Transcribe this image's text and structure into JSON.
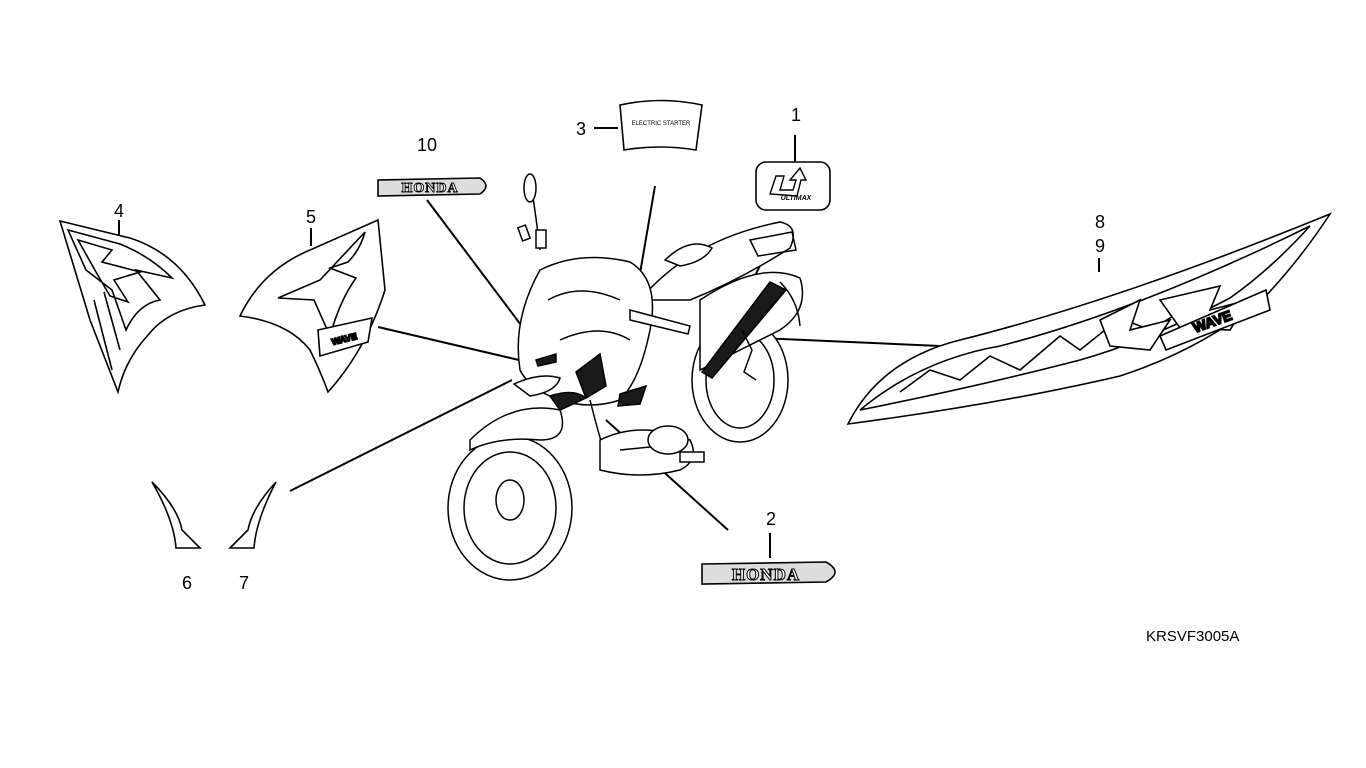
{
  "diagram_code": "KRSVF3005A",
  "callouts": [
    {
      "id": "1",
      "label": "1"
    },
    {
      "id": "2",
      "label": "2"
    },
    {
      "id": "3",
      "label": "3"
    },
    {
      "id": "4",
      "label": "4"
    },
    {
      "id": "5",
      "label": "5"
    },
    {
      "id": "6",
      "label": "6"
    },
    {
      "id": "7",
      "label": "7"
    },
    {
      "id": "8",
      "label": "8"
    },
    {
      "id": "9",
      "label": "9"
    },
    {
      "id": "10",
      "label": "10"
    }
  ],
  "parts": {
    "honda_emblem_small": "HONDA",
    "honda_emblem_large": "HONDA",
    "electric_starter_text": "ELECTRIC STARTER",
    "ultimate_mark_text": "ULTIMAX",
    "wave_text": "WAVE"
  },
  "colors": {
    "line": "#000000",
    "background": "#ffffff",
    "fill_dark": "#1a1a1a",
    "fill_light": "#e6e6e6"
  }
}
